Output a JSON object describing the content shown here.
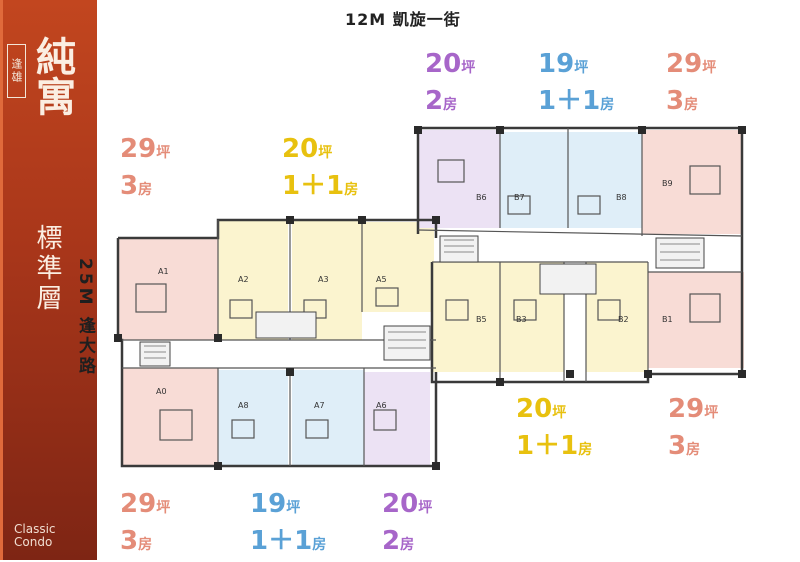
{
  "top_road": "12M 凱旋一街",
  "side_road": "25M 逢大路",
  "brand": {
    "badge": "逢雄",
    "title": "純寓"
  },
  "floor_label": "標準層",
  "footer_brand": [
    "Classic",
    "Condo"
  ],
  "units": {
    "A0": "A0",
    "A1": "A1",
    "A2": "A2",
    "A3": "A3",
    "A5": "A5",
    "A6": "A6",
    "A7": "A7",
    "A8": "A8",
    "B1": "B1",
    "B2": "B2",
    "B3": "B3",
    "B5": "B5",
    "B6": "B6",
    "B7": "B7",
    "B8": "B8",
    "B9": "B9"
  },
  "labels": [
    {
      "id": "top-left",
      "size": "29",
      "rooms": "3",
      "unit": "坪",
      "room_unit": "房",
      "color": "salmon"
    },
    {
      "id": "top-mid-left",
      "size": "20",
      "rooms": "1＋1",
      "unit": "坪",
      "room_unit": "房",
      "color": "yellow"
    },
    {
      "id": "top-mid",
      "size": "20",
      "rooms": "2",
      "unit": "坪",
      "room_unit": "房",
      "color": "purple"
    },
    {
      "id": "top-mid-right",
      "size": "19",
      "rooms": "1＋1",
      "unit": "坪",
      "room_unit": "房",
      "color": "blue"
    },
    {
      "id": "top-right",
      "size": "29",
      "rooms": "3",
      "unit": "坪",
      "room_unit": "房",
      "color": "salmon"
    },
    {
      "id": "mid-right-left",
      "size": "20",
      "rooms": "1＋1",
      "unit": "坪",
      "room_unit": "房",
      "color": "yellow"
    },
    {
      "id": "mid-right",
      "size": "29",
      "rooms": "3",
      "unit": "坪",
      "room_unit": "房",
      "color": "salmon"
    },
    {
      "id": "bottom-left",
      "size": "29",
      "rooms": "3",
      "unit": "坪",
      "room_unit": "房",
      "color": "salmon"
    },
    {
      "id": "bottom-mid-left",
      "size": "19",
      "rooms": "1＋1",
      "unit": "坪",
      "room_unit": "房",
      "color": "blue"
    },
    {
      "id": "bottom-mid",
      "size": "20",
      "rooms": "2",
      "unit": "坪",
      "room_unit": "房",
      "color": "purple"
    }
  ]
}
